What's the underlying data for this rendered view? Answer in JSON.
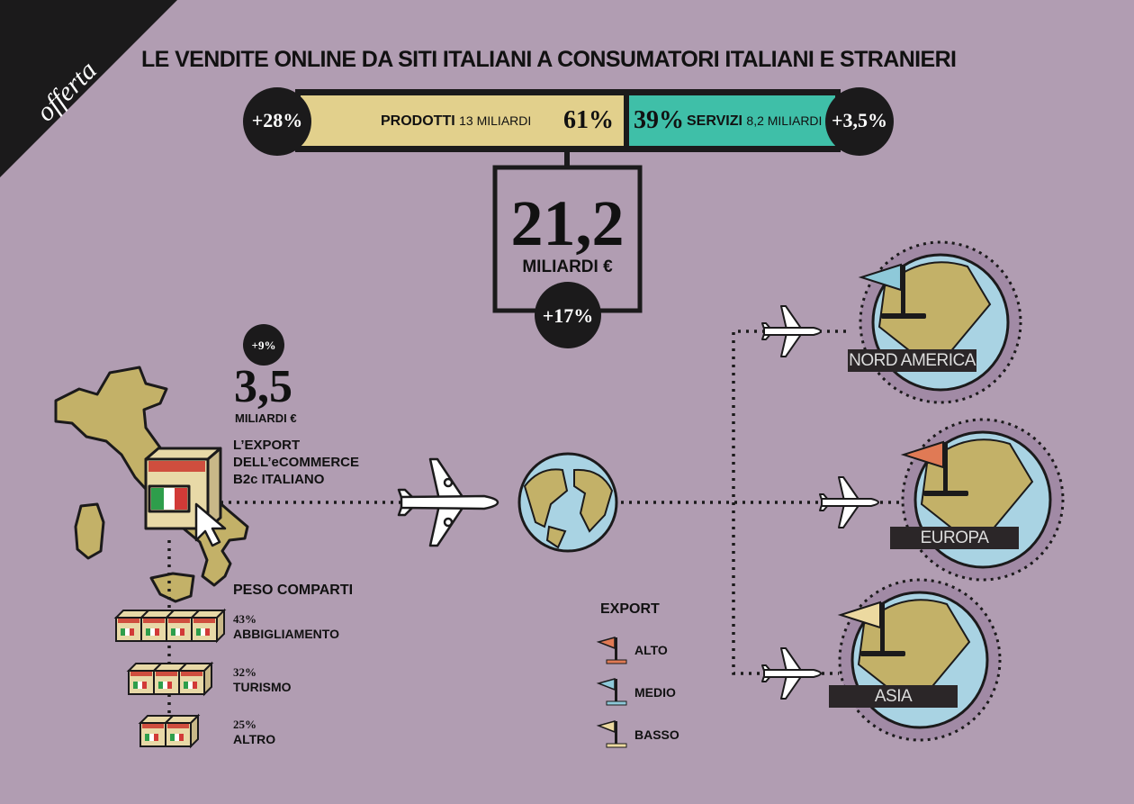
{
  "corner_tag": "offerta",
  "title": "LE VENDITE ONLINE DA SITI ITALIANI A CONSUMATORI ITALIANI E STRANIERI",
  "split_bar": {
    "products": {
      "label": "PRODOTTI",
      "amount": "13 MILIARDI",
      "share": "61%",
      "growth": "+28%",
      "color": "#e2d08c"
    },
    "services": {
      "label": "SERVIZI",
      "amount": "8,2 MILIARDI",
      "share": "39%",
      "growth": "+3,5%",
      "color": "#3fbfa8"
    }
  },
  "total": {
    "value": "21,2",
    "unit": "MILIARDI €",
    "growth": "+17%"
  },
  "export": {
    "growth": "+9%",
    "value": "3,5",
    "unit": "MILIARDI €",
    "caption_lines": [
      "L’EXPORT",
      "DELL’eCOMMERCE",
      "B2c ITALIANO"
    ]
  },
  "sectors": {
    "title": "PESO COMPARTI",
    "items": [
      {
        "pct": "43%",
        "name": "ABBIGLIAMENTO"
      },
      {
        "pct": "32%",
        "name": "TURISMO"
      },
      {
        "pct": "25%",
        "name": "ALTRO"
      }
    ]
  },
  "legend": {
    "title": "EXPORT",
    "items": [
      {
        "label": "ALTO",
        "color": "#e07a55"
      },
      {
        "label": "MEDIO",
        "color": "#8ec9d9"
      },
      {
        "label": "BASSO",
        "color": "#ecd9a0"
      }
    ]
  },
  "regions": [
    {
      "name": "NORD AMERICA",
      "level": "MEDIO"
    },
    {
      "name": "EUROPA",
      "level": "ALTO"
    },
    {
      "name": "ASIA",
      "level": "BASSO"
    }
  ],
  "colors": {
    "background": "#b19db2",
    "dark": "#1b1a1b",
    "land": "#c3b168",
    "ocean": "#a9d3e3"
  }
}
